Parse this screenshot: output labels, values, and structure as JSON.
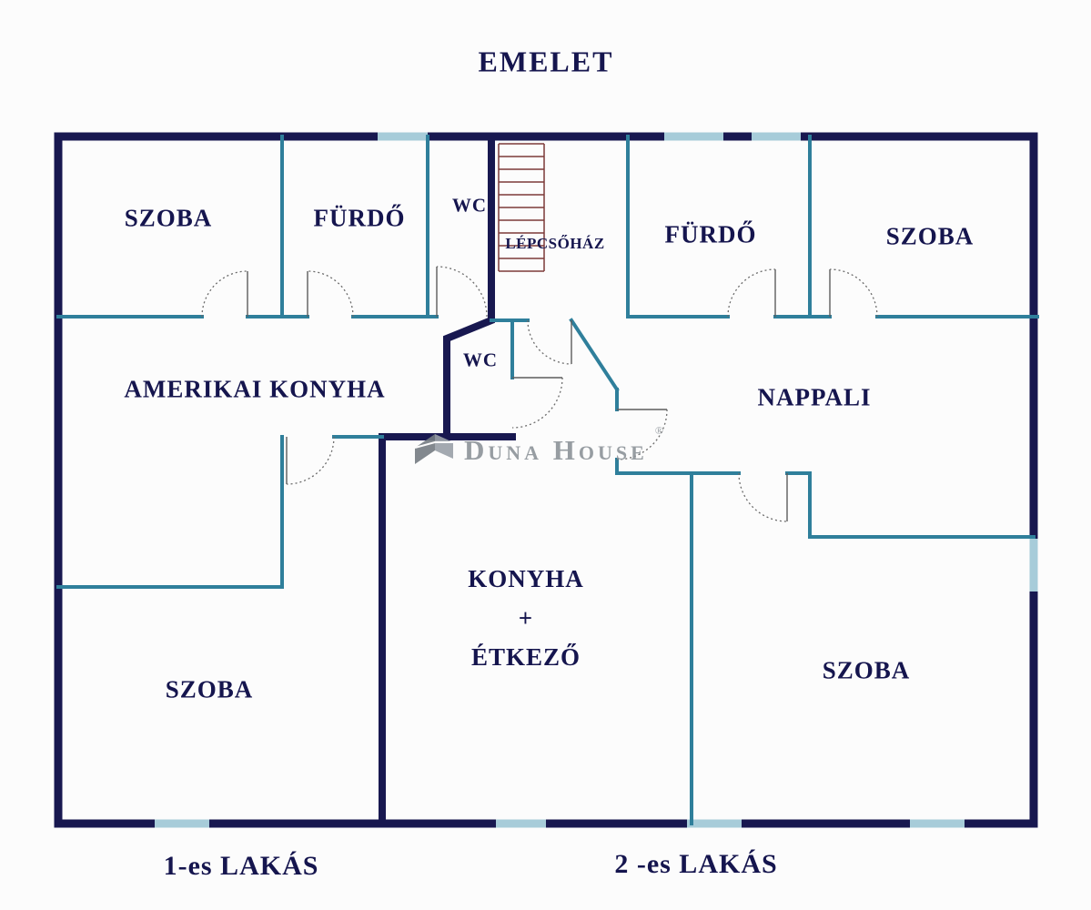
{
  "title": "EMELET",
  "rooms": {
    "szoba_top_left": "SZOBA",
    "furdo_left": "FÜRDŐ",
    "wc_top": "WC",
    "lepcsohaz": "LÉPCSŐHÁZ",
    "furdo_right": "FÜRDŐ",
    "szoba_top_right": "SZOBA",
    "amerikai_konyha": "AMERIKAI KONYHA",
    "wc_middle": "WC",
    "nappali": "NAPPALI",
    "konyha_line1": "KONYHA",
    "konyha_line2": "+",
    "konyha_line3": "ÉTKEZŐ",
    "szoba_bottom_left": "SZOBA",
    "szoba_bottom_right": "SZOBA"
  },
  "apartments": {
    "left": "1-es LAKÁS",
    "right": "2 -es LAKÁS"
  },
  "watermark": {
    "brand": "Duna House",
    "registered": "®"
  },
  "colors": {
    "outer_wall": "#181850",
    "interior_wall": "#2f7f9b",
    "window": "#a7ccd9",
    "stairs": "#7c3a38",
    "label_text": "#15154e",
    "watermark_text": "#8d9399"
  }
}
